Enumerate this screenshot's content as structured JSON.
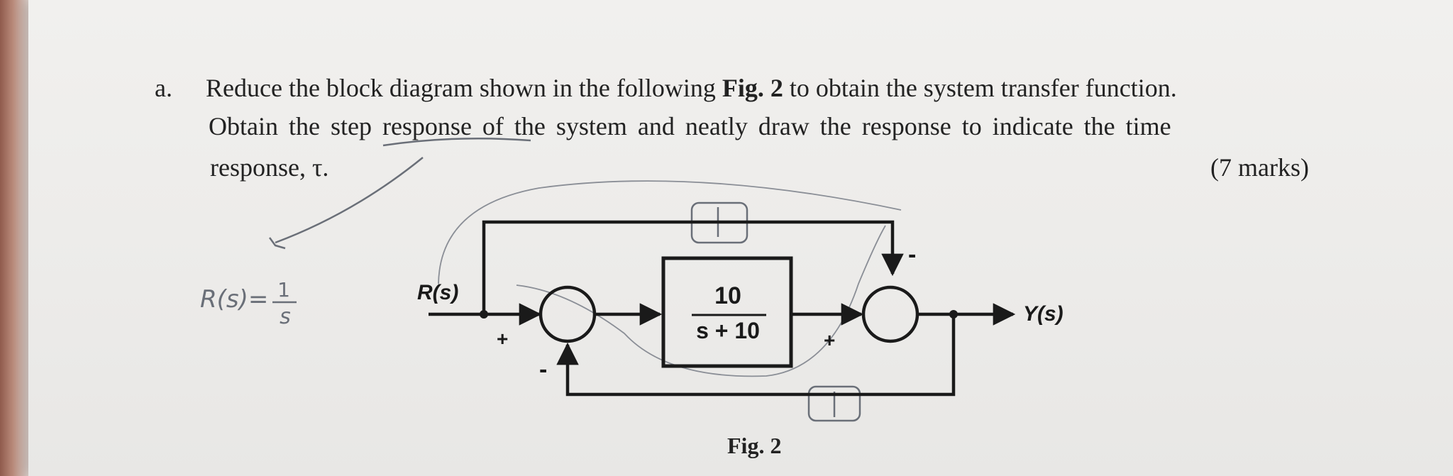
{
  "question": {
    "label": "a.",
    "line1_before": "Reduce the block diagram shown in the following ",
    "line1_bold": "Fig. 2",
    "line1_after": " to obtain the system transfer function.",
    "line2": "Obtain the step response of the system and neatly draw the response to indicate the time",
    "line3": "response, τ.",
    "marks": "(7 marks)"
  },
  "diagram": {
    "input_label": "R(s)",
    "output_label": "Y(s)",
    "block_numerator": "10",
    "block_denominator": "s + 10",
    "sign_left_plus": "+",
    "sign_left_minus": "-",
    "sign_right_plus": "+",
    "sign_right_minus": "-",
    "caption": "Fig. 2"
  },
  "handwriting": {
    "input_note": "R(s)=",
    "fraction_numerator": "1",
    "fraction_denominator": "s",
    "box_mark_top": "1",
    "box_mark_bottom": "1"
  },
  "colors": {
    "ink": "#222222",
    "pencil": "#6a6f78",
    "paper": "#efeeec"
  }
}
